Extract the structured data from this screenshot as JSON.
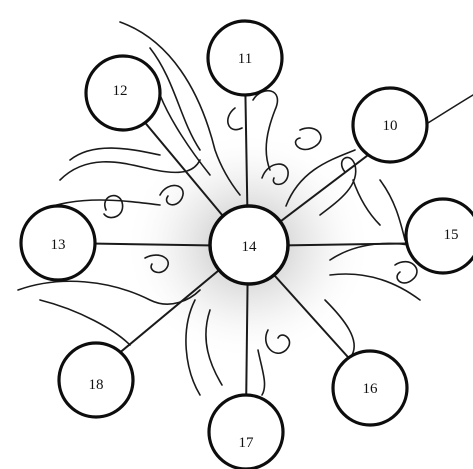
{
  "diagram": {
    "center": {
      "label": "14"
    },
    "nodes": [
      {
        "id": "node-11",
        "label": "11"
      },
      {
        "id": "node-10",
        "label": "10"
      },
      {
        "id": "node-15",
        "label": "15"
      },
      {
        "id": "node-16",
        "label": "16"
      },
      {
        "id": "node-17",
        "label": "17"
      },
      {
        "id": "node-18",
        "label": "18"
      },
      {
        "id": "node-13",
        "label": "13"
      },
      {
        "id": "node-12",
        "label": "12"
      }
    ],
    "colors": {
      "ink": "#111111",
      "background": "#ffffff",
      "halo": "#bdbdbd"
    }
  }
}
